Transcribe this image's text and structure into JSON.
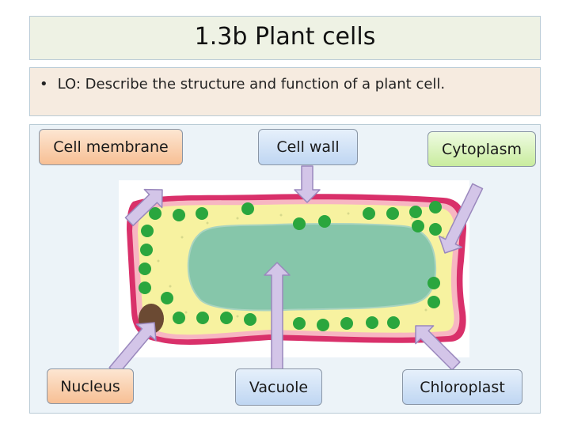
{
  "title": "1.3b Plant cells",
  "lo": {
    "bullet": "•",
    "text": "LO: Describe the structure and function of a plant cell."
  },
  "labels": {
    "cell_membrane": "Cell membrane",
    "cell_wall": "Cell wall",
    "cytoplasm": "Cytoplasm",
    "nucleus": "Nucleus",
    "vacuole": "Vacuole",
    "chloroplast": "Chloroplast"
  },
  "colors": {
    "cell_wall": "#d9306a",
    "cell_membrane": "#f7b6c2",
    "cytoplasm": "#f7f2a0",
    "vacuole": "#86c6aa",
    "chloroplast": "#2aa63e",
    "nucleus": "#6b4a33",
    "arrow": "#d3c5e8"
  }
}
